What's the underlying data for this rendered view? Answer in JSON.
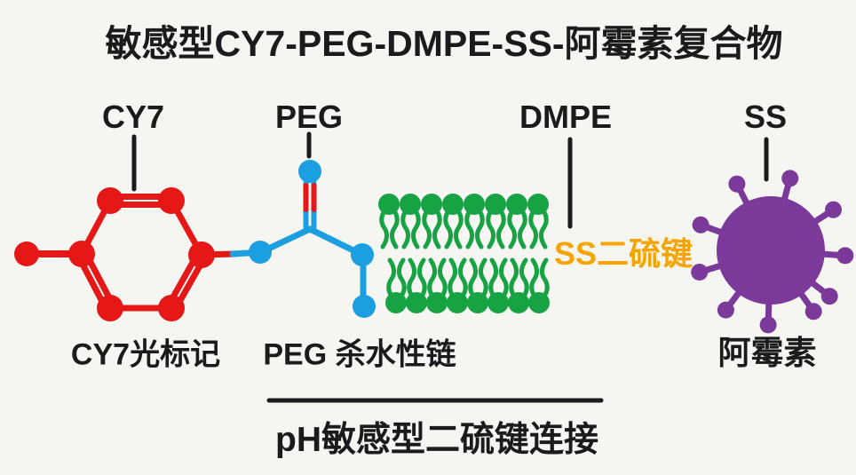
{
  "title": "敏感型CY7-PEG-DMPE-SS-阿霉素复合物",
  "top_labels": {
    "cy7": "CY7",
    "peg": "PEG",
    "dmpe": "DMPE",
    "ss": "SS"
  },
  "captions": {
    "cy7": "CY7光标记",
    "peg": "PEG 杀水性链",
    "dox": "阿霉素",
    "bottom": "pH敏感型二硫键连接"
  },
  "annotations": {
    "ss_bond": "SS二硫键"
  },
  "colors": {
    "cy7_red": "#e51717",
    "peg_blue": "#1b9fe0",
    "dmpe_green": "#17a344",
    "dox_purple": "#7b3a9a",
    "ss_bond_orange": "#f6a500",
    "text_black": "#1b1b1b",
    "background": "#f5f5f2"
  }
}
